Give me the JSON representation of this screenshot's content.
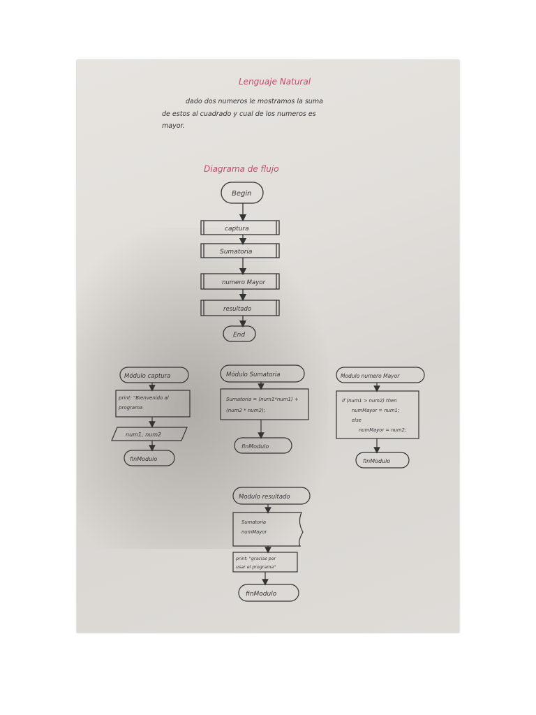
{
  "title": "Lenguaje Natural",
  "description_lines": [
    "dado dos numeros le mostramos la suma",
    "de estos al cuadrado y cual de los numeros es",
    "mayor."
  ],
  "diagram_title": "Diagrama de flujo",
  "main_flow": {
    "begin": "Begin",
    "steps": [
      "captura",
      "Sumatoria",
      "numero Mayor",
      "resultado"
    ],
    "end": "End"
  },
  "modulo_captura": {
    "title": "Módulo captura",
    "print": [
      "print: \"Bienvenido al",
      "programa"
    ],
    "input": "num1, num2",
    "end": "finModulo"
  },
  "modulo_sumatoria": {
    "title": "Módulo Sumatoria",
    "process": [
      "Sumatoria = (num1*num1) +",
      "(num2 * num2);"
    ],
    "end": "finModulo"
  },
  "modulo_mayor": {
    "title": "Modulo numero Mayor",
    "process": [
      "if (num1 > num2) then",
      "numMayor = num1;",
      "else",
      "numMayor = num2;"
    ],
    "end": "finModulo"
  },
  "modulo_resultado": {
    "title": "Modulo resultado",
    "output": [
      "Sumatoria",
      "numMayor"
    ],
    "print": [
      "print: \"gracias por",
      "usar el programa\""
    ],
    "end": "finModulo"
  }
}
